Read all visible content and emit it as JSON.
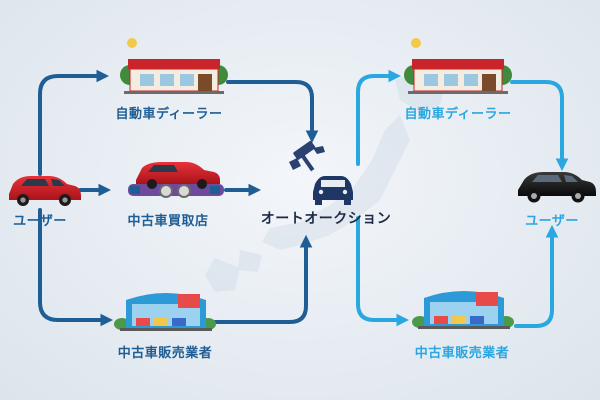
{
  "colors": {
    "left_flow": "#1f5d95",
    "right_flow": "#2aa7e0",
    "center_text": "#1c2a44"
  },
  "left": {
    "user_label": "ユーザー",
    "dealer_label": "自動車ディーラー",
    "buyer_label": "中古車買取店",
    "seller_label": "中古車販売業者"
  },
  "center": {
    "auction_label": "オートオークション",
    "icon": "auction-hammer-car-icon"
  },
  "right": {
    "dealer_label": "自動車ディーラー",
    "seller_label": "中古車販売業者",
    "user_label": "ユーザー"
  }
}
